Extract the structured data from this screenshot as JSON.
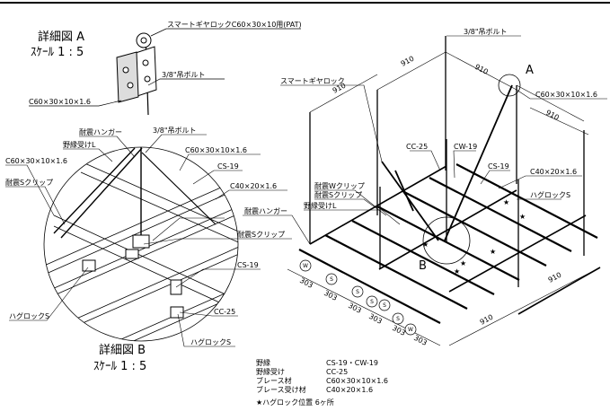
{
  "detail_a": {
    "title": "詳細図 A",
    "scale": "ｽｹｰﾙ 1 : 5",
    "label_smart_lock": "スマートギヤロックC60×30×10用(PAT)",
    "label_bolt": "3/8\"吊ボルト",
    "label_brace": "C60×30×10×1.6"
  },
  "detail_b": {
    "title": "詳細図 B",
    "scale": "ｽｹｰﾙ 1 : 5",
    "labels": {
      "seismic_hanger": "耐震ハンガー",
      "nobuchi_uke": "野縁受けL",
      "bolt": "3/8\"吊ボルト",
      "brace_top": "C60×30×10×1.6",
      "brace_left": "C60×30×10×1.6",
      "s_clip": "耐震Sクリップ",
      "cs19": "CS-19",
      "c40": "C40×20×1.6",
      "s_clip_right": "耐震Sクリップ",
      "cs19_right": "CS-19",
      "cc25": "CC-25",
      "hagulock_left": "ハグロックS",
      "hagulock_bottom": "ハグロックS"
    }
  },
  "main": {
    "callout_a": "A",
    "callout_b": "B",
    "labels": {
      "bolt": "3/8\"吊ボルト",
      "smart_lock": "スマートギヤロック",
      "brace": "C60×30×10×1.6",
      "cc25": "CC-25",
      "cw19": "CW-19",
      "cs19": "CS-19",
      "c40": "C40×20×1.6",
      "w_clip": "耐震Wクリップ",
      "s_clip": "耐震Sクリップ",
      "nobuchi_uke": "野縁受けL",
      "seismic_hanger": "耐震ハンガー",
      "hagulock": "ハグロックS"
    },
    "dimensions": {
      "top_left": "910",
      "top_right": "910",
      "mid_left": "910",
      "right_a": "910",
      "right_b": "910",
      "bottom": "910",
      "bottom_spacing": [
        "303",
        "303",
        "303",
        "303",
        "303",
        "303"
      ]
    },
    "markers": [
      "W",
      "S",
      "S",
      "S",
      "S",
      "S",
      "W"
    ]
  },
  "legend": {
    "rows": [
      {
        "key": "野縁",
        "value": "CS-19・CW-19"
      },
      {
        "key": "野縁受け",
        "value": "CC-25"
      },
      {
        "key": "ブレース材",
        "value": "C60×30×10×1.6"
      },
      {
        "key": "ブレース受け材",
        "value": "C40×20×1.6"
      }
    ],
    "note": "★ハグロック位置 6ヶ所"
  }
}
